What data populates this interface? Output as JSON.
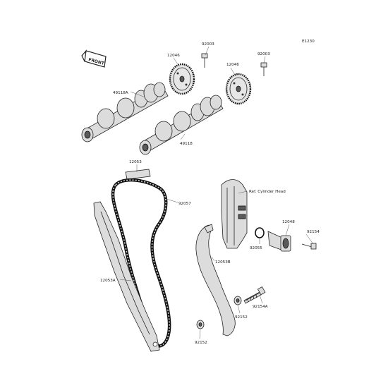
{
  "diagram_code": "E1230",
  "front_label": "FRONT",
  "parts": {
    "bolt_left": "92003",
    "bolt_right": "92003",
    "sprocket_left": "12046",
    "sprocket_right": "12046",
    "camshaft_exhaust": "49118A",
    "camshaft_intake": "49118",
    "guide_top": "12053",
    "cam_chain": "92057",
    "ref_cylinder_head": "Ref. Cylinder Head",
    "tensioner": "12048",
    "gasket": "92055",
    "tensioner_bolt": "92154",
    "guide_tensioner_side": "12053B",
    "guide_front": "12053A",
    "pivot_bolt": "92154A",
    "collar_right": "92152",
    "collar_left": "92152"
  }
}
